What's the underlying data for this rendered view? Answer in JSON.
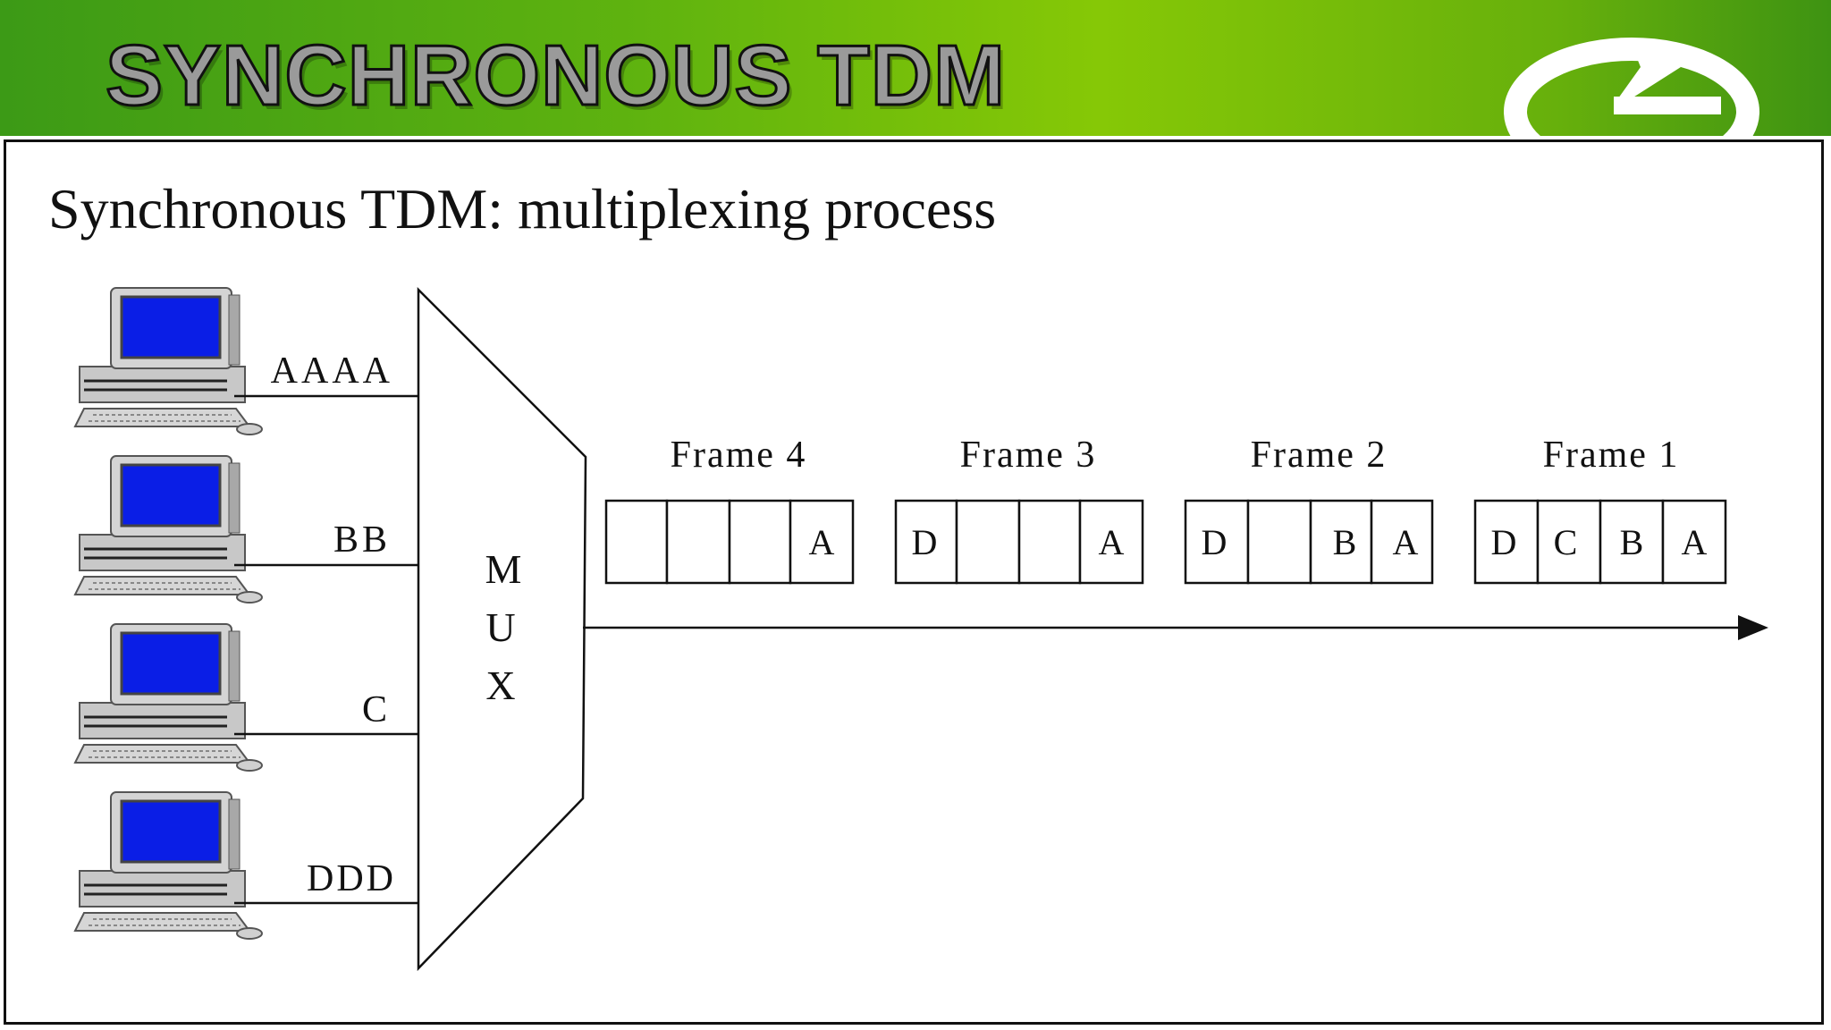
{
  "banner": {
    "title": "SYNCHRONOUS TDM"
  },
  "subtitle": "Synchronous TDM: multiplexing process",
  "sources": [
    {
      "data": "AAAA"
    },
    {
      "data": "BB"
    },
    {
      "data": "C"
    },
    {
      "data": "DDD"
    }
  ],
  "mux": {
    "letters": [
      "M",
      "U",
      "X"
    ]
  },
  "frames": [
    {
      "label": "Frame 4",
      "slots": [
        "",
        "",
        "",
        "A"
      ]
    },
    {
      "label": "Frame 3",
      "slots": [
        "D",
        "",
        "",
        "A"
      ]
    },
    {
      "label": "Frame 2",
      "slots": [
        "D",
        "",
        "B",
        "A"
      ]
    },
    {
      "label": "Frame 1",
      "slots": [
        "D",
        "C",
        "B",
        "A"
      ]
    }
  ],
  "colors": {
    "banner_green": "#5fb30f",
    "screen_blue": "#0a1ee6"
  }
}
